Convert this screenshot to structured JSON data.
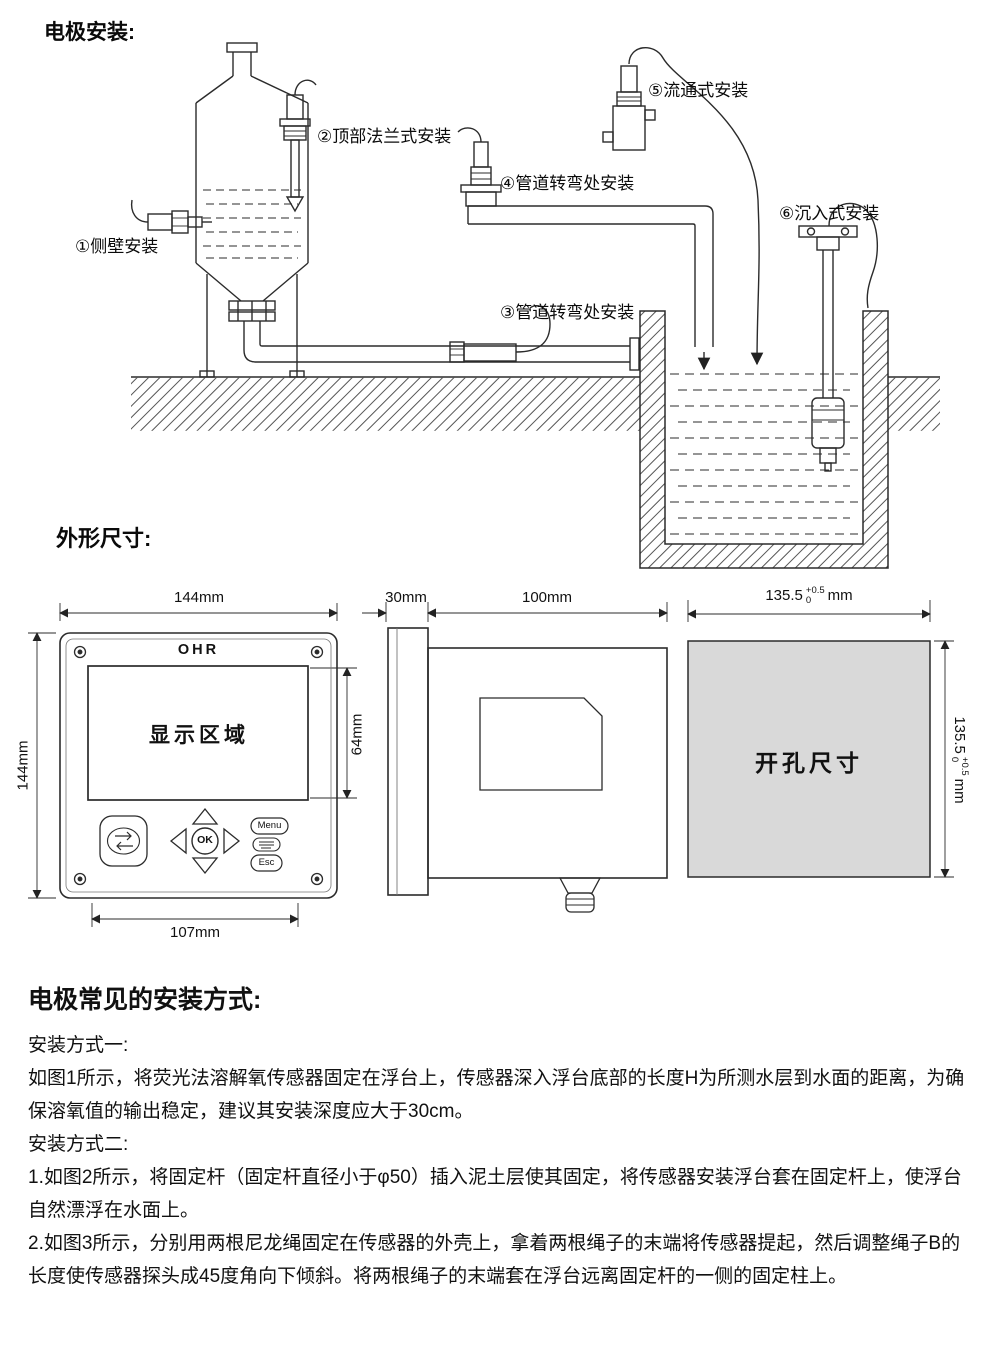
{
  "sections": {
    "install_title": "电极安装:",
    "dims_title": "外形尺寸:"
  },
  "install_diagram": {
    "labels": {
      "side_wall": "①侧壁安装",
      "top_flange": "②顶部法兰式安装",
      "pipe_bend_lower": "③管道转弯处安装",
      "pipe_bend_upper": "④管道转弯处安装",
      "flow_through": "⑤流通式安装",
      "submerged": "⑥沉入式安装"
    }
  },
  "front_view": {
    "brand": "OHR",
    "display_area": "显示区域",
    "dim_width_top": "144mm",
    "dim_height_left": "144mm",
    "dim_display_height": "64mm",
    "dim_width_bottom": "107mm",
    "button_menu": "Menu",
    "button_ok": "OK",
    "button_esc": "Esc"
  },
  "side_view": {
    "dim_bezel": "30mm",
    "dim_depth": "100mm"
  },
  "cutout": {
    "label": "开孔尺寸",
    "dim_value": "135.5",
    "tol_upper": "+0.5",
    "tol_lower": "0",
    "unit": "mm"
  },
  "methods": {
    "title": "电极常见的安装方式:",
    "m1_title": "安装方式一:",
    "m1_body": "如图1所示，将荧光法溶解氧传感器固定在浮台上，传感器深入浮台底部的长度H为所测水层到水面的距离，为确保溶氧值的输出稳定，建议其安装深度应大于30cm。",
    "m2_title": "安装方式二:",
    "m2_item1": "1.如图2所示，将固定杆（固定杆直径小于φ50）插入泥土层使其固定，将传感器安装浮台套在固定杆上，使浮台自然漂浮在水面上。",
    "m2_item2": "2.如图3所示，分别用两根尼龙绳固定在传感器的外壳上，拿着两根绳子的末端将传感器提起，然后调整绳子B的长度使传感器探头成45度角向下倾斜。将两根绳子的末端套在浮台远离固定杆的一侧的固定柱上。"
  }
}
